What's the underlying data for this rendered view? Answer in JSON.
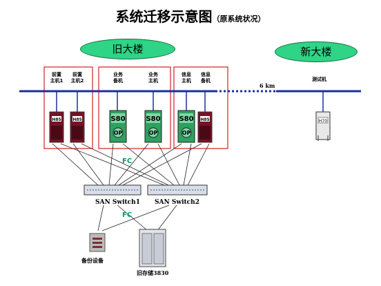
{
  "title": {
    "main": "系统迁移示意图",
    "sub": "（原系统状况）"
  },
  "buildings": {
    "old": "旧大楼",
    "new": "新大楼"
  },
  "hosts": [
    {
      "label": "前置\n主机1",
      "device": "H85"
    },
    {
      "label": "前置\n主机2",
      "device": "H85"
    },
    {
      "label": "业务\n备机",
      "device": "S80"
    },
    {
      "label": "业务\n主机",
      "device": "S80"
    },
    {
      "label": "信息\n主机",
      "device": "S80"
    },
    {
      "label": "信息\n备机",
      "device": "H85"
    }
  ],
  "test_host": {
    "label": "测试机",
    "device": "H70"
  },
  "distance": "6 km",
  "fc_labels": [
    "FC",
    "FC"
  ],
  "switches": [
    "SAN Switch1",
    "SAN Switch2"
  ],
  "backup_device": "备份设备",
  "storage": "旧存储3830",
  "op_label": "OP",
  "colors": {
    "building": "#2fd486",
    "network": "#1a2f9a",
    "group_border": "#cc2222",
    "server_dark": "#7a1025",
    "server_green": "#2fa060"
  }
}
